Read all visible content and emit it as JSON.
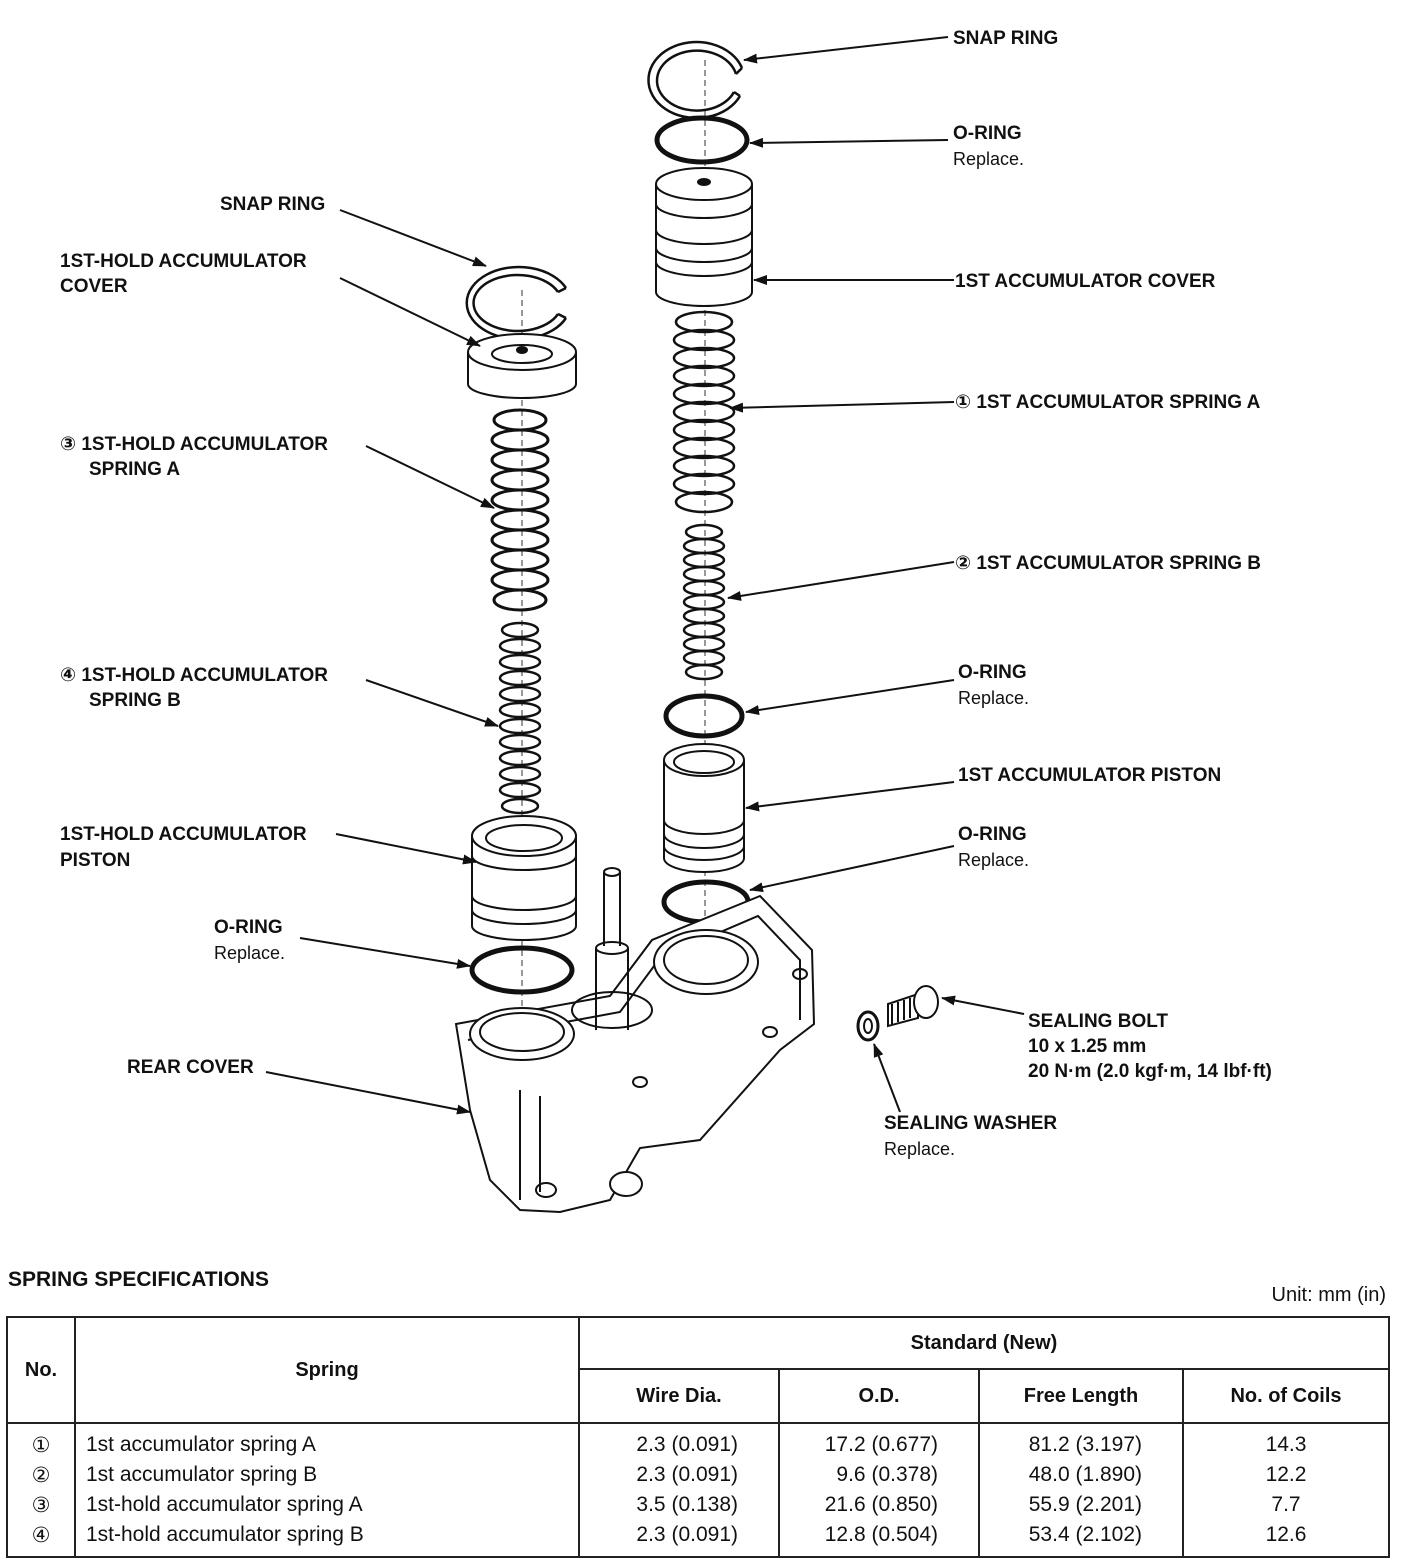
{
  "labels": {
    "snap_ring_right": "SNAP RING",
    "o_ring_top": "O-RING",
    "o_ring_top_note": "Replace.",
    "first_cover": "1ST ACCUMULATOR COVER",
    "first_spring_a": "① 1ST ACCUMULATOR SPRING A",
    "first_spring_b": "② 1ST ACCUMULATOR SPRING B",
    "o_ring_mid": "O-RING",
    "o_ring_mid_note": "Replace.",
    "first_piston": "1ST ACCUMULATOR PISTON",
    "o_ring_low": "O-RING",
    "o_ring_low_note": "Replace.",
    "sealing_bolt": "SEALING BOLT",
    "sealing_bolt_size": "10 x 1.25 mm",
    "sealing_bolt_torque": "20 N·m (2.0 kgf·m, 14 lbf·ft)",
    "sealing_washer": "SEALING WASHER",
    "sealing_washer_note": "Replace.",
    "snap_ring_left": "SNAP RING",
    "hold_cover_1": "1ST-HOLD ACCUMULATOR",
    "hold_cover_2": "COVER",
    "hold_spring_a_1": "③ 1ST-HOLD ACCUMULATOR",
    "hold_spring_a_2": "SPRING A",
    "hold_spring_b_1": "④ 1ST-HOLD ACCUMULATOR",
    "hold_spring_b_2": "SPRING B",
    "hold_piston_1": "1ST-HOLD ACCUMULATOR",
    "hold_piston_2": "PISTON",
    "o_ring_left": "O-RING",
    "o_ring_left_note": "Replace.",
    "rear_cover": "REAR COVER"
  },
  "spec": {
    "title": "SPRING SPECIFICATIONS",
    "unit": "Unit: mm (in)",
    "headers": {
      "no": "No.",
      "spring": "Spring",
      "standard": "Standard (New)",
      "wire": "Wire Dia.",
      "od": "O.D.",
      "free_length": "Free Length",
      "coils": "No. of Coils"
    },
    "rows": [
      {
        "no": "①",
        "spring": "1st accumulator spring A",
        "wire": "2.3 (0.091)",
        "od": "17.2 (0.677)",
        "free_length": "81.2 (3.197)",
        "coils": "14.3"
      },
      {
        "no": "②",
        "spring": "1st accumulator spring B",
        "wire": "2.3 (0.091)",
        "od": "9.6 (0.378)",
        "free_length": "48.0 (1.890)",
        "coils": "12.2"
      },
      {
        "no": "③",
        "spring": "1st-hold accumulator spring A",
        "wire": "3.5 (0.138)",
        "od": "21.6 (0.850)",
        "free_length": "55.9 (2.201)",
        "coils": "7.7"
      },
      {
        "no": "④",
        "spring": "1st-hold accumulator spring B",
        "wire": "2.3 (0.091)",
        "od": "12.8 (0.504)",
        "free_length": "53.4 (2.102)",
        "coils": "12.6"
      }
    ]
  }
}
